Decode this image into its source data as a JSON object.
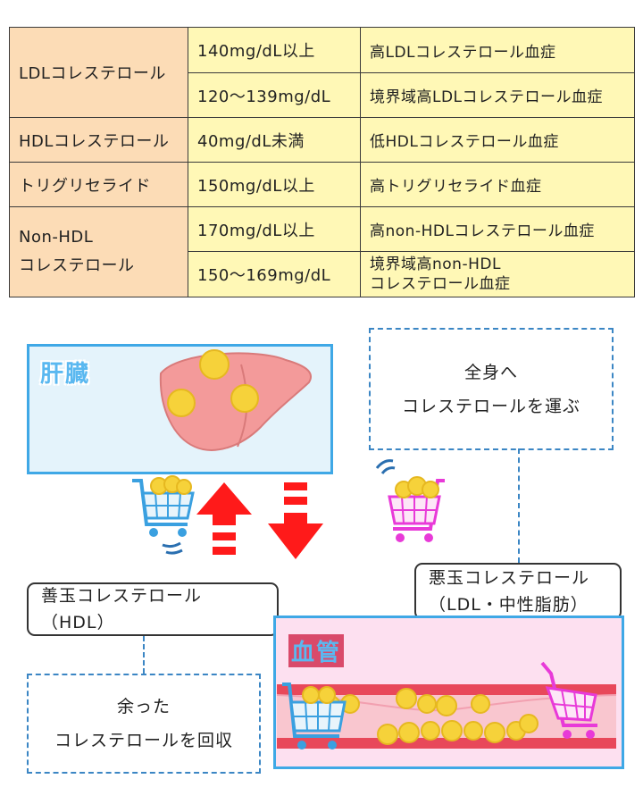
{
  "table": {
    "rows": [
      {
        "category": "LDLコレステロール",
        "value": "140mg/dL以上",
        "diagnosis": "高LDLコレステロール血症"
      },
      {
        "value": "120〜139mg/dL",
        "diagnosis": "境界域高LDLコレステロール血症"
      },
      {
        "category": "HDLコレステロール",
        "value": "40mg/dL未満",
        "diagnosis": "低HDLコレステロール血症"
      },
      {
        "category": "トリグリセライド",
        "value": "150mg/dL以上",
        "diagnosis": "高トリグリセライド血症"
      },
      {
        "category_line1": "Non-HDL",
        "category_line2": "コレステロール",
        "value": "170mg/dL以上",
        "diagnosis": "高non-HDLコレステロール血症"
      },
      {
        "value": "150〜169mg/dL",
        "diagnosis_line1": "境界域高non-HDL",
        "diagnosis_line2": "コレステロール血症"
      }
    ]
  },
  "diagram": {
    "liver_title": "肝臓",
    "vessel_title": "血管",
    "note_top": {
      "line1": "全身へ",
      "line2": "コレステロールを運ぶ"
    },
    "label_bad": {
      "line1": "悪玉コレステロール",
      "line2": "（LDL・中性脂肪）"
    },
    "label_good": "善玉コレステロール（HDL）",
    "note_bottom": {
      "line1": "余った",
      "line2": "コレステロールを回収"
    },
    "colors": {
      "blue_border": "#3fa8e6",
      "red_arrow": "#ff1a1a",
      "cart_blue": "#3aa0e0",
      "cart_pink": "#e83ad8",
      "fat_yellow": "#f6d23a"
    }
  }
}
